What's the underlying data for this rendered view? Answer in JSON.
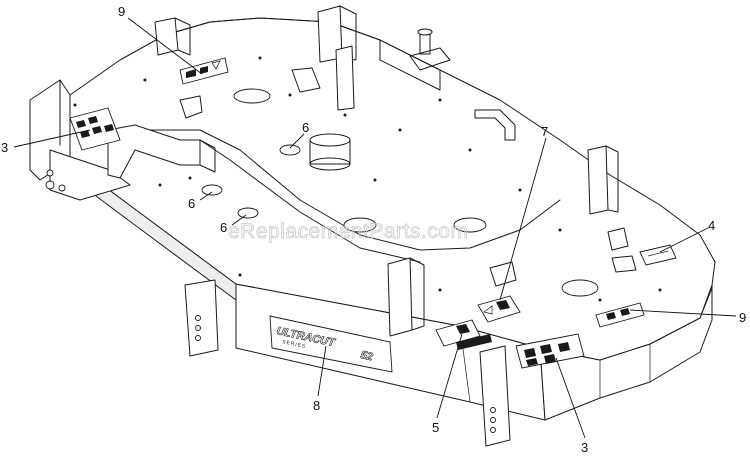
{
  "watermark": "eReplacementParts.com",
  "deck_brand": {
    "line1": "ULTRACUT",
    "line2": "SERIES",
    "model": "52"
  },
  "callouts": [
    {
      "id": "c9a",
      "label": "9"
    },
    {
      "id": "c3a",
      "label": "3"
    },
    {
      "id": "c6a",
      "label": "6"
    },
    {
      "id": "c6b",
      "label": "6"
    },
    {
      "id": "c6c",
      "label": "6"
    },
    {
      "id": "c7",
      "label": "7"
    },
    {
      "id": "c4",
      "label": "4"
    },
    {
      "id": "c9b",
      "label": "9"
    },
    {
      "id": "c5",
      "label": "5"
    },
    {
      "id": "c8",
      "label": "8"
    },
    {
      "id": "c3b",
      "label": "3"
    }
  ]
}
